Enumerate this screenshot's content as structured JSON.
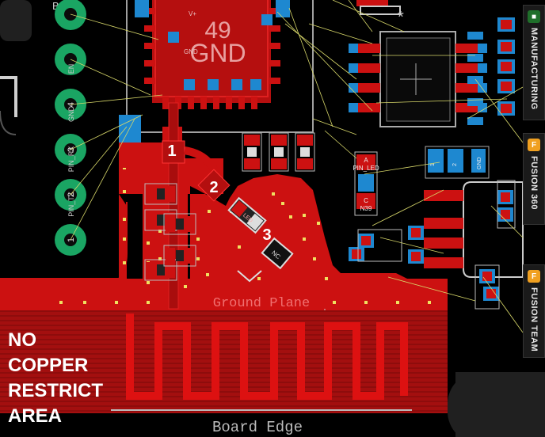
{
  "board": {
    "labels": {
      "boot": "BOOT",
      "chip_number": "49",
      "chip_gnd": "GND",
      "small_v": "V+",
      "small_gnd": "GND",
      "step1": "1",
      "step2": "2",
      "step3": "3",
      "star": "*",
      "pin_led": "PIN_LED",
      "pin_a": "A",
      "pin_c": "C",
      "n39": "N39",
      "nc": "NC",
      "led": "LED",
      "ground_plane": "Ground Plane",
      "board_edge": "Board Edge",
      "reg_1": "1",
      "reg_2": "2",
      "reg_gnd": "GND"
    },
    "header_pins": [
      {
        "num": "",
        "sub": ""
      },
      {
        "num": "",
        "sub": "EN"
      },
      {
        "num": "4",
        "sub": "GND"
      },
      {
        "num": "3",
        "sub": "PIN_RX"
      },
      {
        "num": "2",
        "sub": "PIN_TX"
      },
      {
        "num": "1",
        "sub": ""
      }
    ],
    "restrict_area": [
      "NO",
      "COPPER",
      "RESTRICT",
      "AREA"
    ]
  },
  "side_tabs": [
    {
      "label": "MANUFACTURING",
      "icon": "manufacturing-icon",
      "icon_glyph": "■",
      "icon_bg": "#1f6f2a"
    },
    {
      "label": "FUSION 360",
      "icon": "fusion-360-icon",
      "icon_glyph": "F",
      "icon_bg": "#f0a020"
    },
    {
      "label": "FUSION TEAM",
      "icon": "fusion-team-icon",
      "icon_glyph": "F",
      "icon_bg": "#f0a020"
    }
  ],
  "colors": {
    "copper": "#cc1111",
    "copper_dark": "#a00d0d",
    "pad_blue": "#1e88d0",
    "silkscreen": "#d9d9d9",
    "header_green": "#1aa563",
    "airwire": "#d8d86a"
  }
}
